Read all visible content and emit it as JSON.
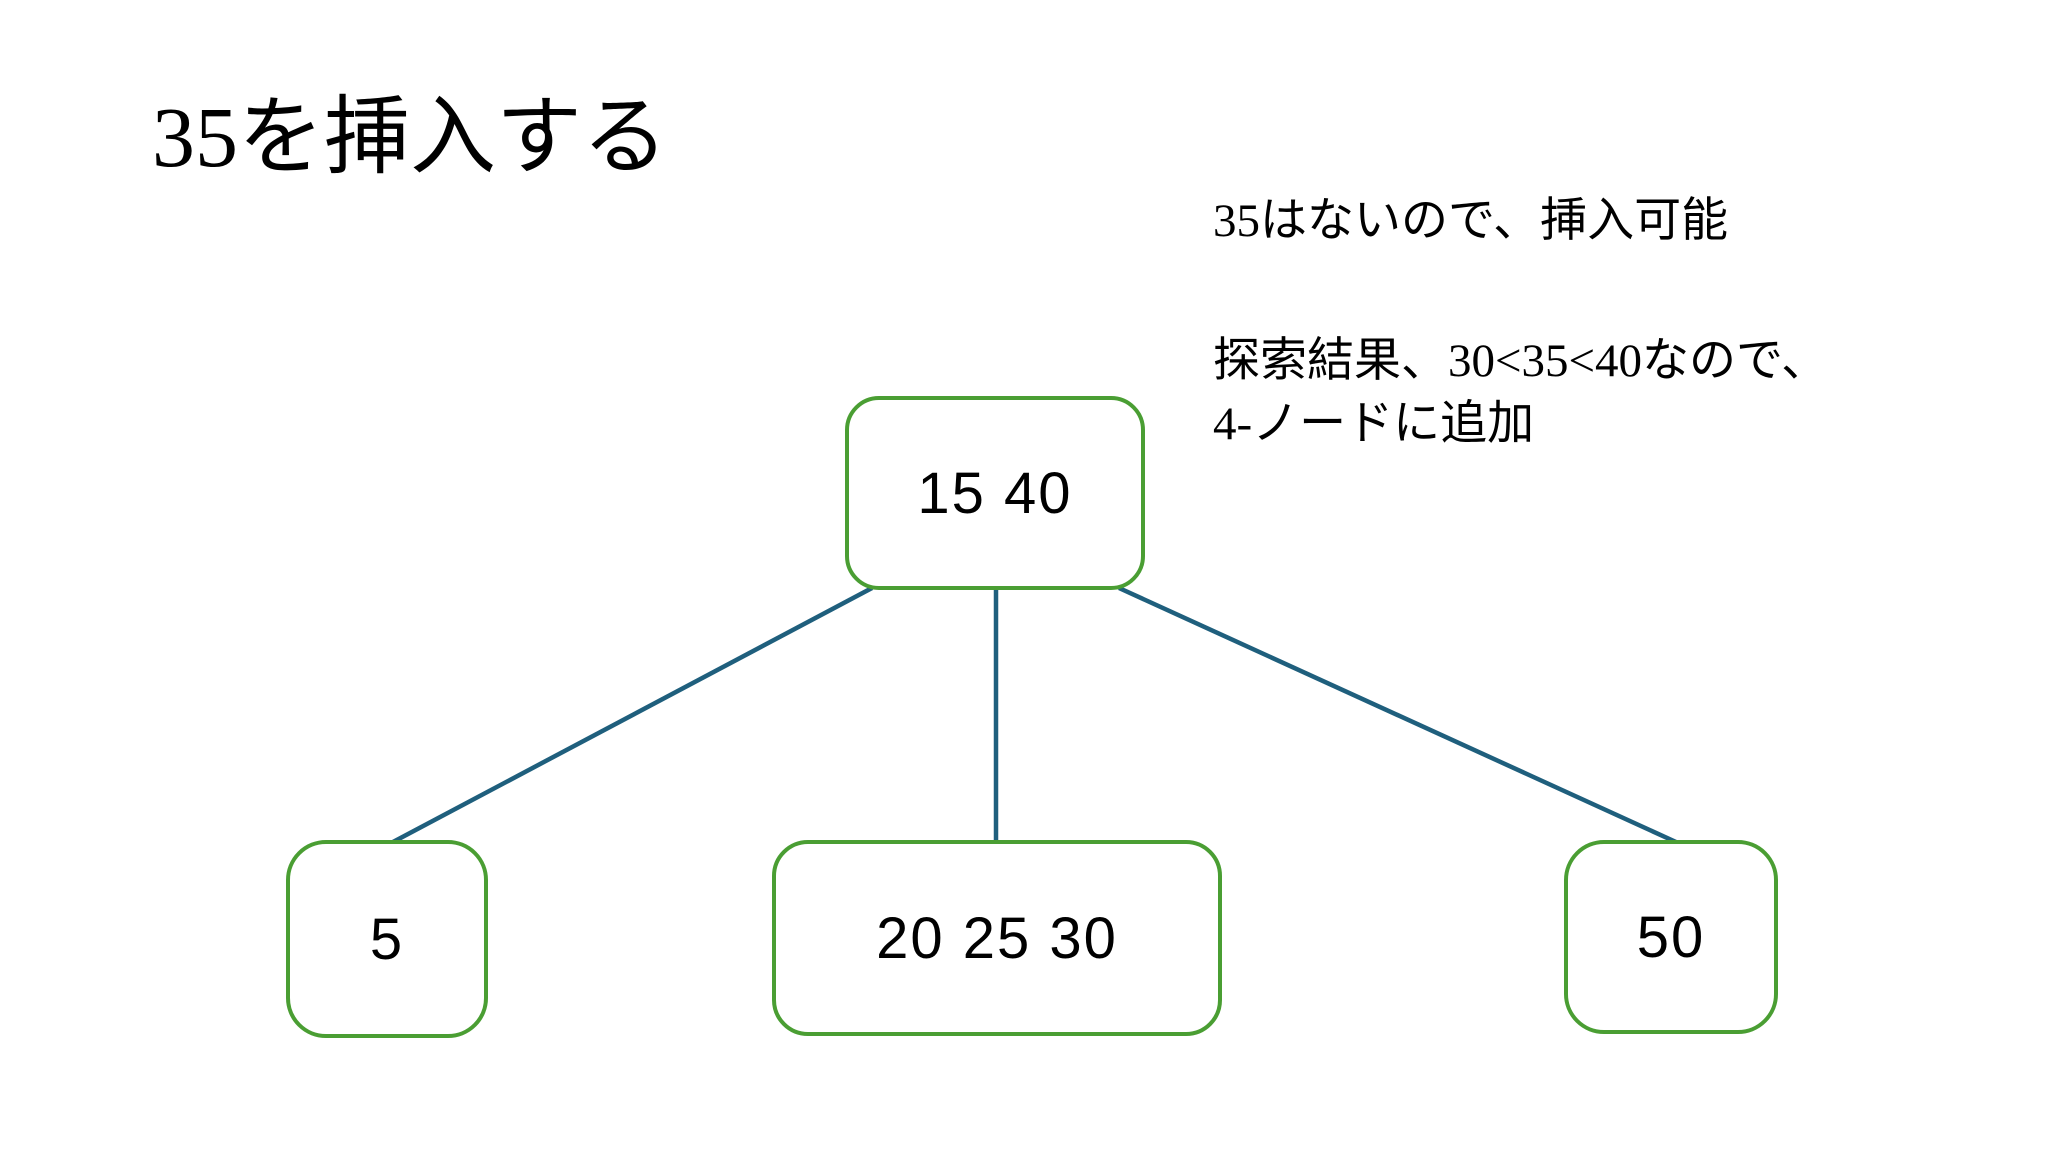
{
  "slide": {
    "title": "35を挿入する",
    "background_color": "#ffffff"
  },
  "annotations": [
    {
      "id": "annotation-1",
      "text": "35はないので、挿入可能"
    },
    {
      "id": "annotation-2",
      "line1": "探索結果、30<35<40なので、",
      "line2": "4-ノードに追加"
    }
  ],
  "colors": {
    "node_border": "#4a9e33",
    "edge_line": "#1f5f7d",
    "text": "#000000"
  },
  "tree": {
    "root": {
      "label": "15 40",
      "keys": [
        15,
        40
      ]
    },
    "children": [
      {
        "label": "5",
        "keys": [
          5
        ]
      },
      {
        "label": "20 25 30",
        "keys": [
          20,
          25,
          30
        ]
      },
      {
        "label": "50",
        "keys": [
          50
        ]
      }
    ]
  }
}
